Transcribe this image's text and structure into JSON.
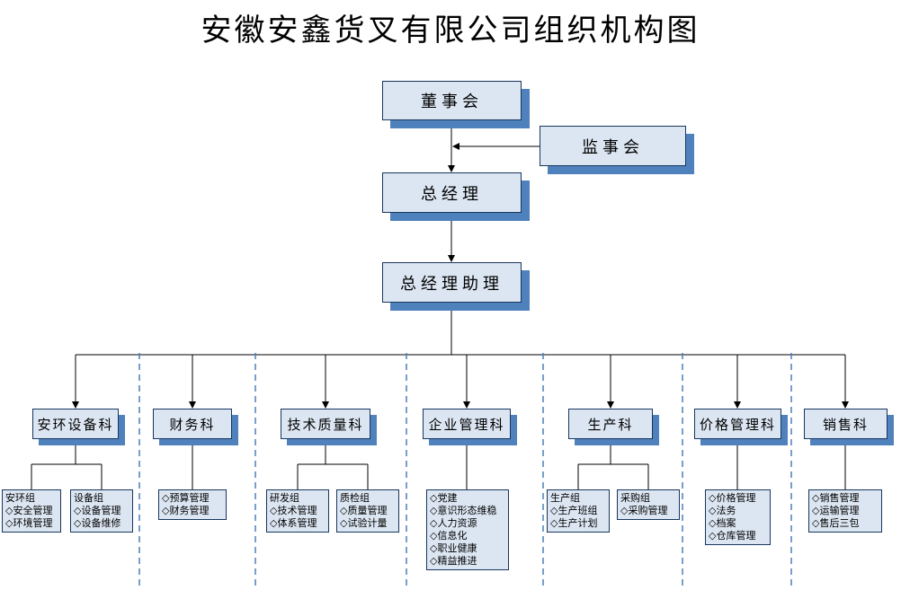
{
  "title": "安徽安鑫货叉有限公司组织机构图",
  "colors": {
    "box_fill": "#dce6f2",
    "box_border": "#17365d",
    "box_shadow": "#4f81bd",
    "dashed_separator": "#4a7ebb",
    "connector": "#000000"
  },
  "top_nodes": {
    "board": "董事会",
    "supervisory": "监事会",
    "general_manager": "总经理",
    "gm_assistant": "总经理助理"
  },
  "departments": [
    {
      "label": "安环设备科",
      "groups": [
        {
          "name": "安环组",
          "items": [
            "◇安全管理",
            "◇环境管理"
          ]
        },
        {
          "name": "设备组",
          "items": [
            "◇设备管理",
            "◇设备维修"
          ]
        }
      ]
    },
    {
      "label": "财务科",
      "groups": [
        {
          "name": "",
          "items": [
            "◇预算管理",
            "◇财务管理"
          ]
        }
      ]
    },
    {
      "label": "技术质量科",
      "groups": [
        {
          "name": "研发组",
          "items": [
            "◇技术管理",
            "◇体系管理"
          ]
        },
        {
          "name": "质检组",
          "items": [
            "◇质量管理",
            "◇试验计量"
          ]
        }
      ]
    },
    {
      "label": "企业管理科",
      "groups": [
        {
          "name": "",
          "items": [
            "◇党建",
            "◇意识形态维稳",
            "◇人力资源",
            "◇信息化",
            "◇职业健康",
            "◇精益推进"
          ]
        }
      ]
    },
    {
      "label": "生产科",
      "groups": [
        {
          "name": "生产组",
          "items": [
            "◇生产班组",
            "◇生产计划"
          ]
        },
        {
          "name": "采购组",
          "items": [
            "◇采购管理"
          ]
        }
      ]
    },
    {
      "label": "价格管理科",
      "groups": [
        {
          "name": "",
          "items": [
            "◇价格管理",
            "◇法务",
            "◇档案",
            "◇仓库管理"
          ]
        }
      ]
    },
    {
      "label": "销售科",
      "groups": [
        {
          "name": "",
          "items": [
            "◇销售管理",
            "◇运输管理",
            "◇售后三包"
          ]
        }
      ]
    }
  ]
}
